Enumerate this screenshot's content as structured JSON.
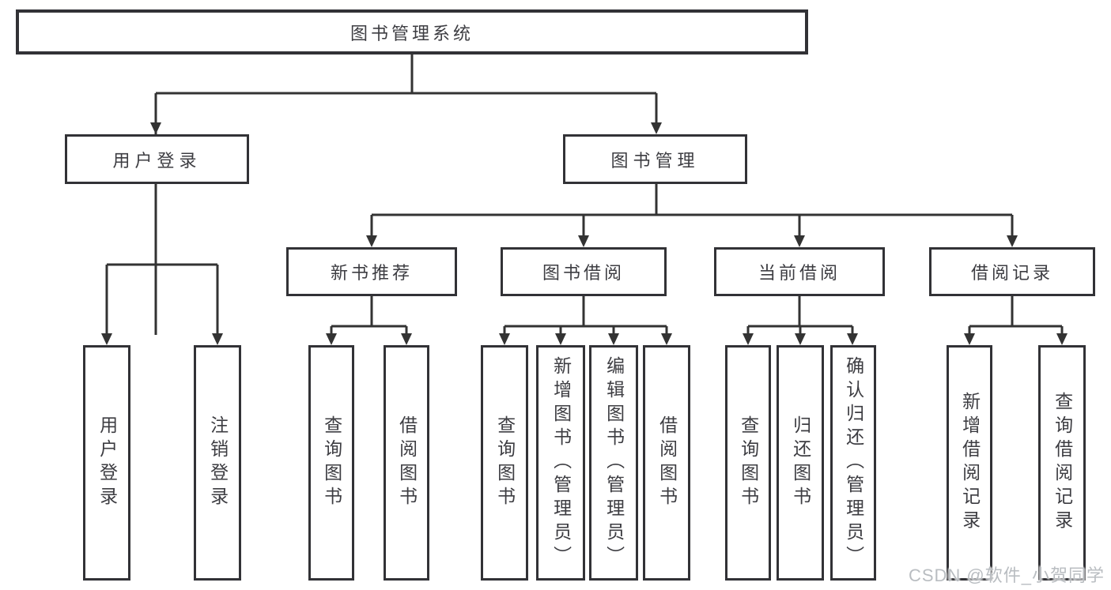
{
  "diagram_type": "hierarchy",
  "colors": {
    "line": "#333333",
    "box_border": "#323236",
    "box_fill": "#ffffff",
    "text": "#3d3d42",
    "watermark": "#b9bdc1"
  },
  "tree": {
    "root": {
      "label": "图书管理系统",
      "children": [
        {
          "label": "用户登录",
          "children": [
            {
              "label": "用户登录"
            },
            {
              "label": "注销登录"
            }
          ]
        },
        {
          "label": "图书管理",
          "children": [
            {
              "label": "新书推荐",
              "children": [
                {
                  "label": "查询图书"
                },
                {
                  "label": "借阅图书"
                }
              ]
            },
            {
              "label": "图书借阅",
              "children": [
                {
                  "label": "查询图书"
                },
                {
                  "label": "新增图书（管理员）"
                },
                {
                  "label": "编辑图书（管理员）"
                },
                {
                  "label": "借阅图书"
                }
              ]
            },
            {
              "label": "当前借阅",
              "children": [
                {
                  "label": "查询图书"
                },
                {
                  "label": "归还图书"
                },
                {
                  "label": "确认归还（管理员）"
                }
              ]
            },
            {
              "label": "借阅记录",
              "children": [
                {
                  "label": "新增借阅记录"
                },
                {
                  "label": "查询借阅记录"
                }
              ]
            }
          ]
        }
      ]
    }
  },
  "watermark": {
    "text": "CSDN @软件_小贺同学"
  }
}
